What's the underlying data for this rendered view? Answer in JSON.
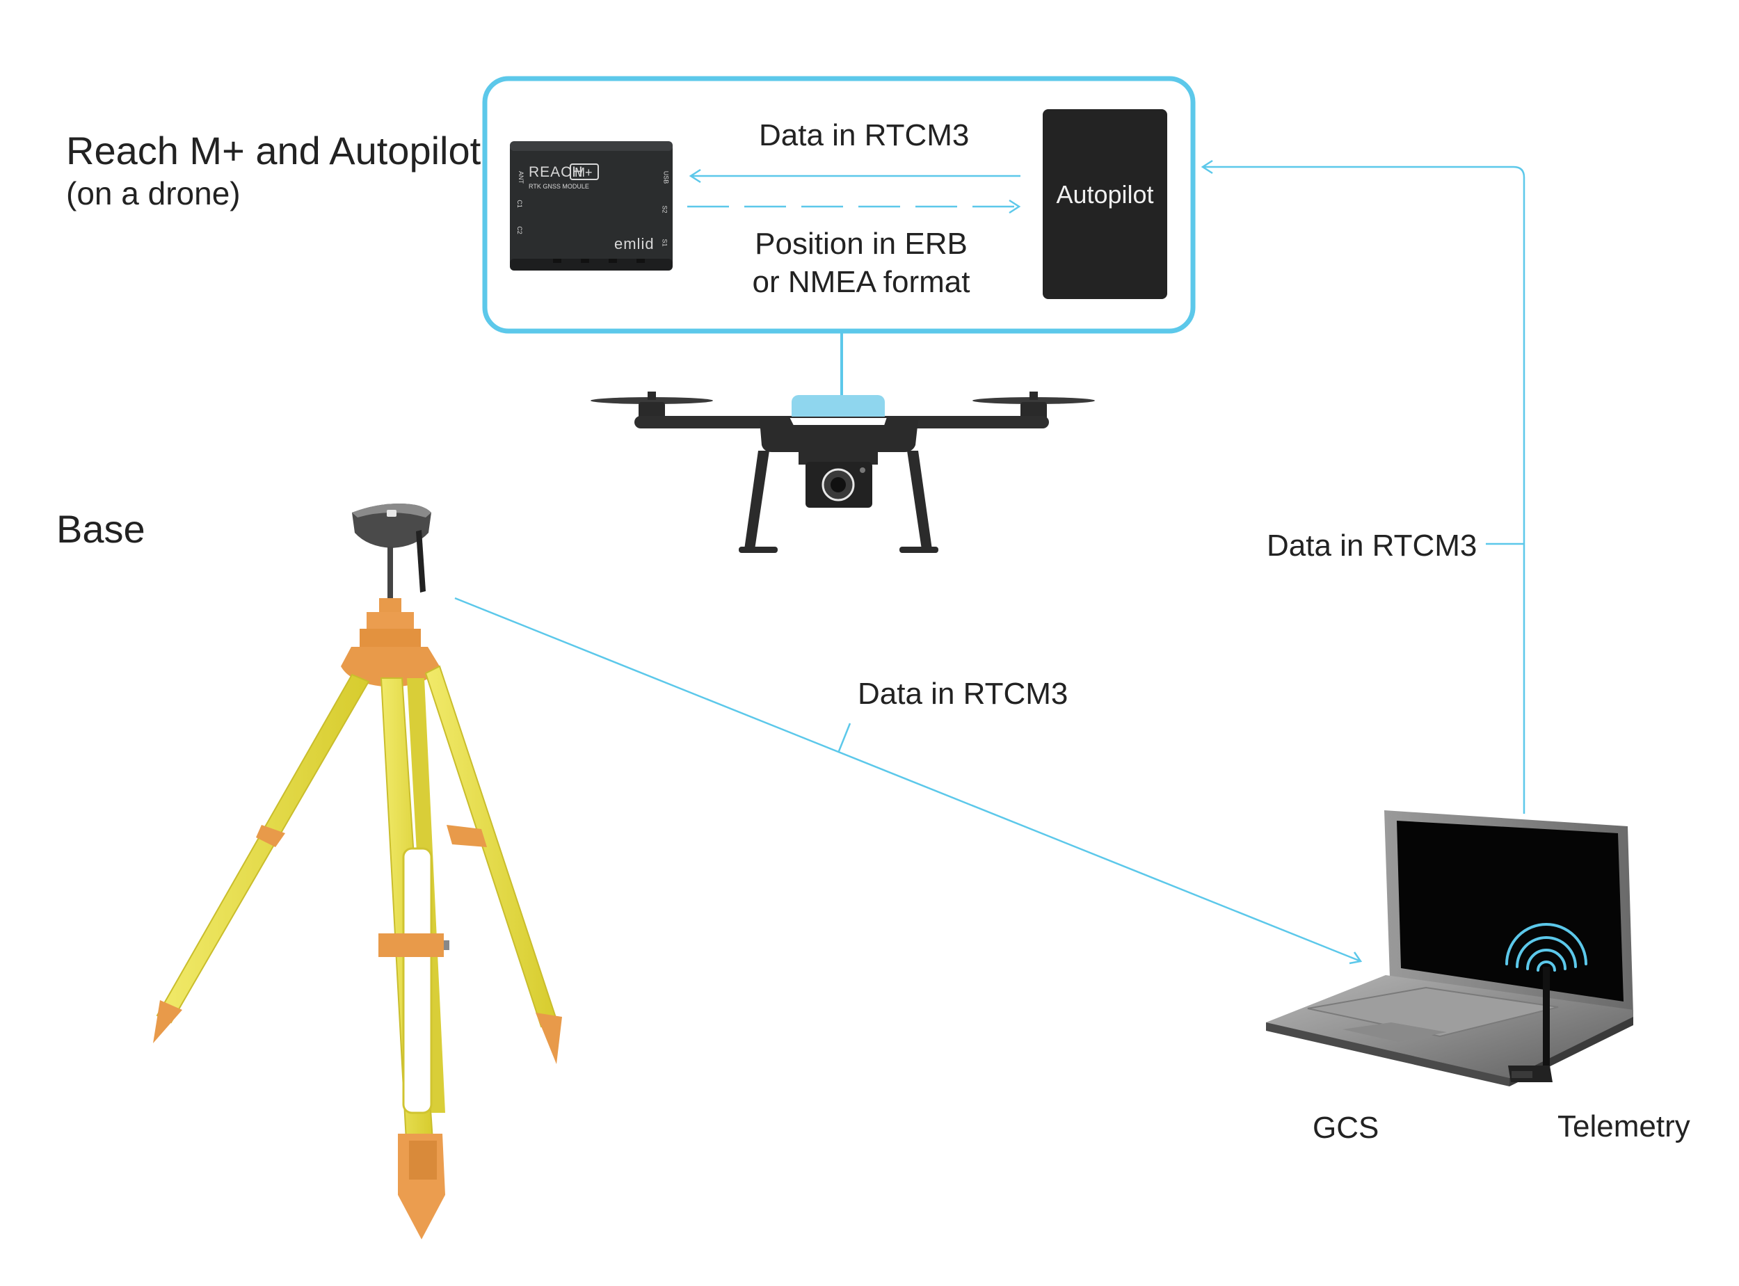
{
  "drone_group": {
    "title": "Reach M+ and Autopilot",
    "subtitle": "(on a drone)"
  },
  "reach_module": {
    "brand": "REACH",
    "badge": "M+",
    "model": "RTK GNSS MODULE",
    "maker": "emlid",
    "ports": [
      "ANT",
      "C1",
      "C2",
      "USB",
      "S2",
      "S1"
    ]
  },
  "autopilot": {
    "label": "Autopilot"
  },
  "links": {
    "rtcm_to_reach": "Data in RTCM3",
    "position_line1": "Position in ERB",
    "position_line2": "or NMEA format",
    "gcs_to_drone": "Data in RTCM3",
    "base_to_gcs": "Data in RTCM3"
  },
  "base": {
    "label": "Base"
  },
  "gcs": {
    "label": "GCS"
  },
  "telemetry": {
    "label": "Telemetry"
  },
  "colors": {
    "accent": "#5cc8ea",
    "dark": "#2a2a2a",
    "tripod_yellow": "#e8e04a",
    "tripod_orange": "#e89a4a"
  }
}
